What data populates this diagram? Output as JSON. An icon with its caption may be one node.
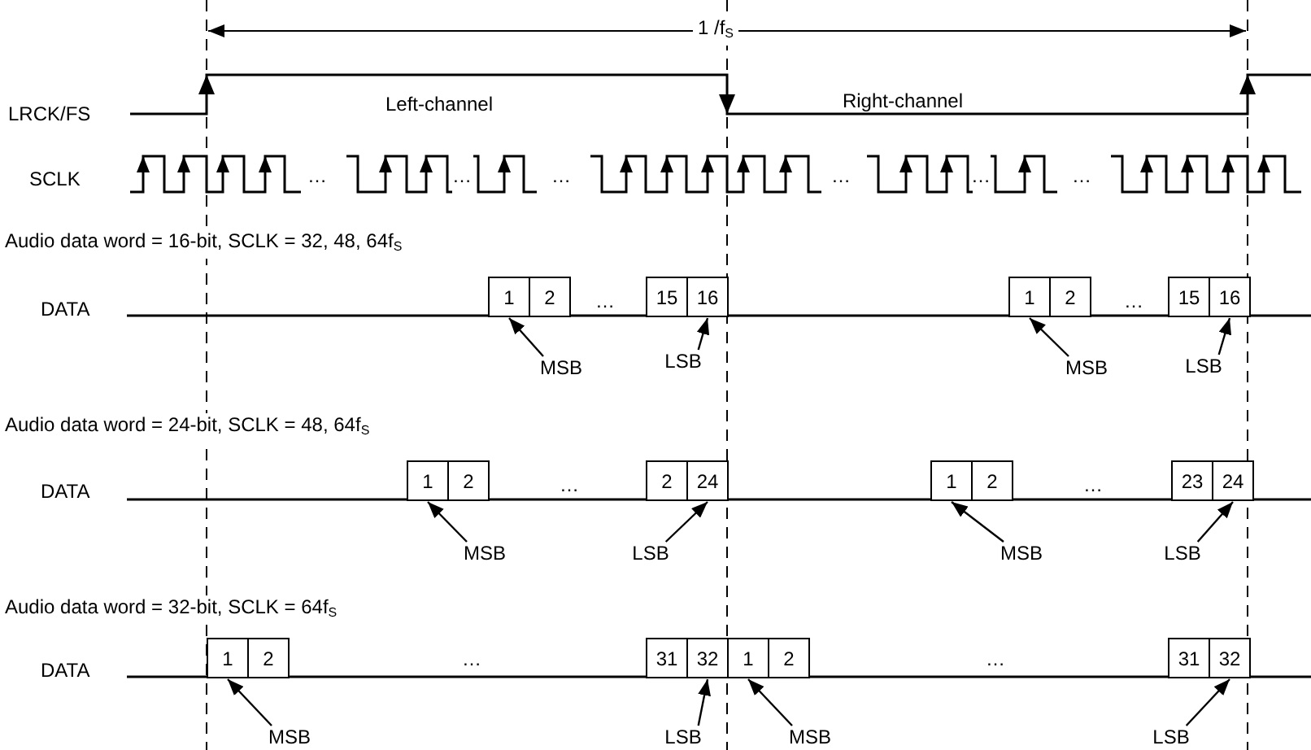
{
  "diagram": {
    "nodes": [
      {
        "text": [
          "1"
        ]
      },
      {
        "text": [
          "2"
        ]
      },
      {
        "text": [
          "15"
        ]
      },
      {
        "text": [
          "16"
        ]
      },
      {
        "text": [
          "1"
        ]
      },
      {
        "text": [
          "2"
        ]
      },
      {
        "text": [
          "15"
        ]
      },
      {
        "text": [
          "16"
        ]
      },
      {
        "text": [
          "MSB"
        ]
      },
      {
        "text": [
          "LSB"
        ]
      },
      {
        "text": [
          "MSB"
        ]
      },
      {
        "text": [
          "LSB"
        ]
      },
      {
        "text": [
          "1"
        ]
      },
      {
        "text": [
          "2"
        ]
      },
      {
        "text": [
          "2"
        ]
      },
      {
        "text": [
          "24"
        ]
      },
      {
        "text": [
          "1"
        ]
      },
      {
        "text": [
          "2"
        ]
      },
      {
        "text": [
          "23"
        ]
      },
      {
        "text": [
          "24"
        ]
      },
      {
        "text": [
          "MSB"
        ]
      },
      {
        "text": [
          "LSB"
        ]
      },
      {
        "text": [
          "MSB"
        ]
      },
      {
        "text": [
          "LSB"
        ]
      },
      {
        "text": [
          "1"
        ]
      },
      {
        "text": [
          "2"
        ]
      },
      {
        "text": [
          "31"
        ]
      },
      {
        "text": [
          "32"
        ]
      },
      {
        "text": [
          "1"
        ]
      },
      {
        "text": [
          "2"
        ]
      },
      {
        "text": [
          "31"
        ]
      },
      {
        "text": [
          "32"
        ]
      },
      {
        "text": [
          "MSB"
        ]
      },
      {
        "text": [
          "LSB"
        ]
      },
      {
        "text": [
          "MSB"
        ]
      },
      {
        "text": [
          "LSB"
        ]
      }
    ],
    "edges": [
      {
        "from": 8,
        "to": 0,
        "arrow": "to"
      },
      {
        "from": 9,
        "to": 3,
        "arrow": "to"
      },
      {
        "from": 10,
        "to": 4,
        "arrow": "to"
      },
      {
        "from": 11,
        "to": 7,
        "arrow": "to"
      },
      {
        "from": 20,
        "to": 12,
        "arrow": "to"
      },
      {
        "from": 21,
        "to": 15,
        "arrow": "to"
      },
      {
        "from": 22,
        "to": 16,
        "arrow": "to"
      },
      {
        "from": 23,
        "to": 19,
        "arrow": "to"
      },
      {
        "from": 32,
        "to": 24,
        "arrow": "to"
      },
      {
        "from": 33,
        "to": 27,
        "arrow": "to"
      },
      {
        "from": 34,
        "to": 28,
        "arrow": "to"
      },
      {
        "from": 35,
        "to": 31,
        "arrow": "to"
      }
    ],
    "labels": [
      "1 /f$_{S}$",
      "LRCK/FS",
      "Left-channel",
      "Right-channel",
      "SCLK",
      "…",
      "…",
      "…",
      "…",
      "…",
      "…",
      "Audio data word = 16-bit, SCLK = 32, 48, 64f$_{S}$",
      "DATA",
      "…",
      "…",
      "Audio data word = 24-bit, SCLK = 48, 64f$_{S}$",
      "DATA",
      "…",
      "…",
      "Audio data word = 32-bit, SCLK = 64f$_{S}$",
      "DATA",
      "…",
      "…"
    ]
  }
}
